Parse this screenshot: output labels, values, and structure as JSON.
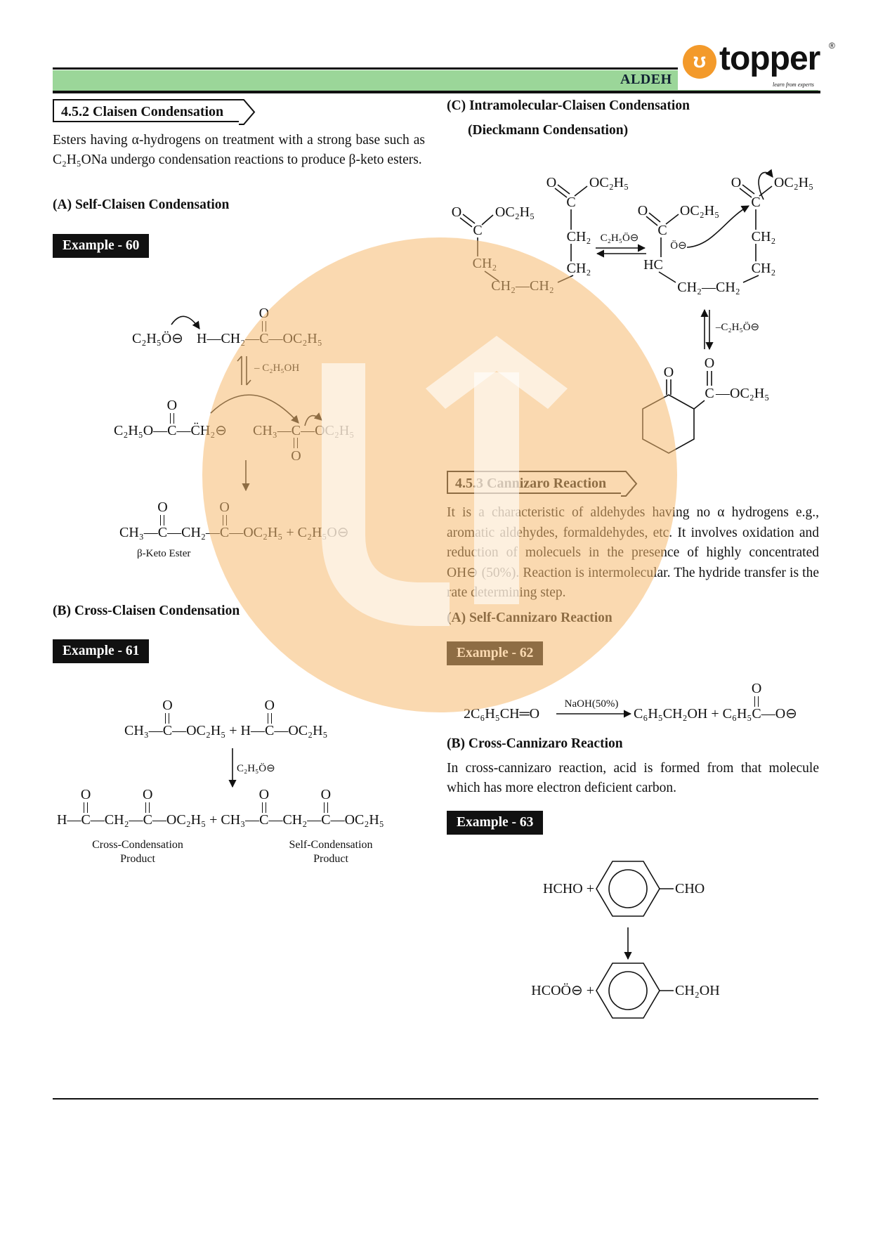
{
  "header": {
    "chapter": "ALDEH",
    "logo": {
      "mark": "ʊ",
      "brand": "topper",
      "registered": "®",
      "tagline": "learn from experts"
    }
  },
  "left": {
    "section_title": "4.5.2  Claisen Condensation",
    "intro": "Esters having α-hydrogens on treatment with a strong base such as C₂H₅ONa undergo condensation reactions to produce β-keto esters.",
    "self_title": "(A) Self-Claisen Condensation",
    "ex60": {
      "label": "Example - 60",
      "r1_base": [
        "C₂H₅Ö⊖"
      ],
      "r1_ester": [
        "H—CH₂—",
        {
          "c": "C",
          "up": "O"
        },
        "—OC₂H₅"
      ],
      "eq_label": "– C₂H₅OH",
      "r2_enolate": [
        "C₂H₅O—",
        {
          "c": "C",
          "up": "O"
        },
        "—C̈H₂⊖"
      ],
      "r2_ester": [
        "CH₃—",
        {
          "c": "C",
          "down": "O"
        },
        "—OC₂H₅"
      ],
      "r3_product": [
        "CH₃—",
        {
          "c": "C",
          "up": "O"
        },
        "—CH₂—",
        {
          "c": "C",
          "up": "O"
        },
        "—OC₂H₅ + C₂H₅O⊖"
      ],
      "product_caption": "β-Keto Ester"
    },
    "cross_title": "(B) Cross-Claisen Condensation",
    "ex61": {
      "label": "Example - 61",
      "reactants": [
        "CH₃—",
        {
          "c": "C",
          "up": "O"
        },
        "—OC₂H₅ + H—",
        {
          "c": "C",
          "up": "O"
        },
        "—OC₂H₅"
      ],
      "reagent": "C₂H₅Ö⊖",
      "products": [
        "H—",
        {
          "c": "C",
          "up": "O"
        },
        "—CH₂—",
        {
          "c": "C",
          "up": "O"
        },
        "—OC₂H₅ + CH₃—",
        {
          "c": "C",
          "up": "O"
        },
        "—CH₂—",
        {
          "c": "C",
          "up": "O"
        },
        "—OC₂H₅"
      ],
      "caption_cross": [
        "Cross-Condensation",
        "Product"
      ],
      "caption_self": [
        "Self-Condensation",
        "Product"
      ]
    }
  },
  "right": {
    "intra_title": "(C) Intramolecular-Claisen Condensation",
    "intra_subtitle": "(Dieckmann Condensation)",
    "dieckmann": {
      "s1": {
        "o": "O",
        "oet": "OC₂H₅",
        "c": "C",
        "ch2": "CH₂",
        "bottom": "CH₂—CH₂"
      },
      "s2": {
        "o": "O",
        "oet": "OC₂H₅",
        "c": "C",
        "ch2a": "CH₂",
        "ch2b": "CH₂"
      },
      "eq_reagent": "C₂H₅Ö⊖",
      "s3": {
        "o": "O",
        "oet": "OC₂H₅",
        "c": "C",
        "carbanion": "Ö⊖",
        "hc": "HC",
        "bottom": "CH₂—CH₂"
      },
      "s4": {
        "o": "O",
        "oet": "OC₂H₅",
        "c": "C",
        "ch2a": "CH₂",
        "ch2b": "CH₂"
      },
      "eq2_label": "–C₂H₅Ö⊖",
      "product": {
        "ketone_o": "O",
        "ester_o": "O",
        "ester_c": "C",
        "ester_oet": "—OC₂H₅"
      }
    },
    "cannizaro_title": "4.5.3  Cannizaro Reaction",
    "cannizaro_intro": "It is a characteristic of aldehydes having no α hydrogens e.g., aromatic aldehydes, formaldehydes, etc. It involves oxidation and reduction of molecuels in the presence of highly concentrated OH⊖ (50%). Reaction is intermolecular. The hydride transfer is the rate determining step.",
    "self_cannizaro_title": "(A) Self-Cannizaro Reaction",
    "ex62": {
      "label": "Example - 62",
      "reactant": [
        "2C₆H₅CH═O"
      ],
      "reagent": "NaOH(50%)",
      "products": [
        "C₆H₅CH₂OH + C₆H₅",
        {
          "c": "C",
          "up": "O"
        },
        "—O⊖"
      ]
    },
    "cross_cannizaro_title": "(B) Cross-Cannizaro Reaction",
    "cross_cannizaro_text": "In cross-cannizaro reaction, acid is formed from that molecule which has more electron deficient carbon.",
    "ex63": {
      "label": "Example - 63",
      "reactant_left": "HCHO +",
      "reactant_sub": "CHO",
      "product_left": "HCOÖ⊖ +",
      "product_sub": "CH₂OH"
    }
  },
  "colors": {
    "header_band": "#9bd699",
    "logo_orange": "#f39a2b",
    "watermark": "#f6ba70"
  }
}
